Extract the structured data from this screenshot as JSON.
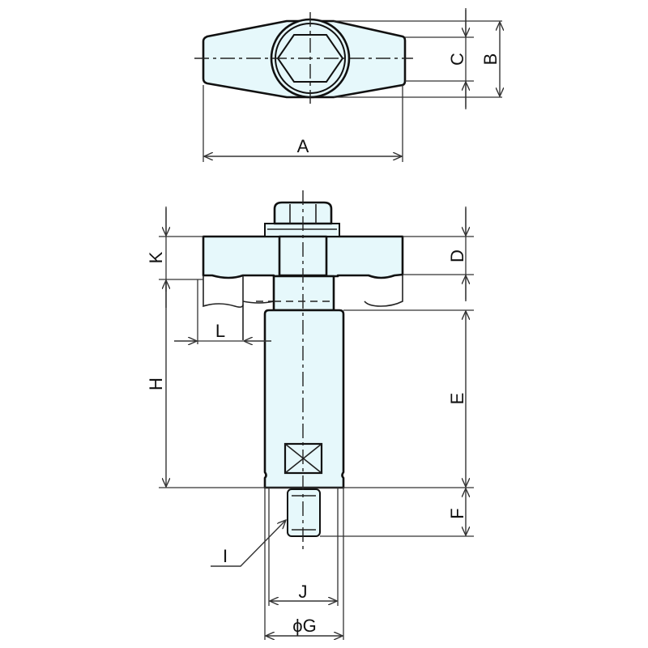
{
  "drawing": {
    "title": "T-slot clamp / stop bolt dimension drawing",
    "colors": {
      "part_fill": "#e6f8fb",
      "line": "#111111",
      "background": "#ffffff"
    },
    "top_view": {
      "dimensions": {
        "A": "A",
        "B": "B",
        "C": "C"
      }
    },
    "front_view": {
      "dimensions": {
        "K": "K",
        "D": "D",
        "L": "L",
        "H": "H",
        "E": "E",
        "F": "F",
        "I": "I",
        "J": "J",
        "G": "ϕG"
      }
    }
  }
}
